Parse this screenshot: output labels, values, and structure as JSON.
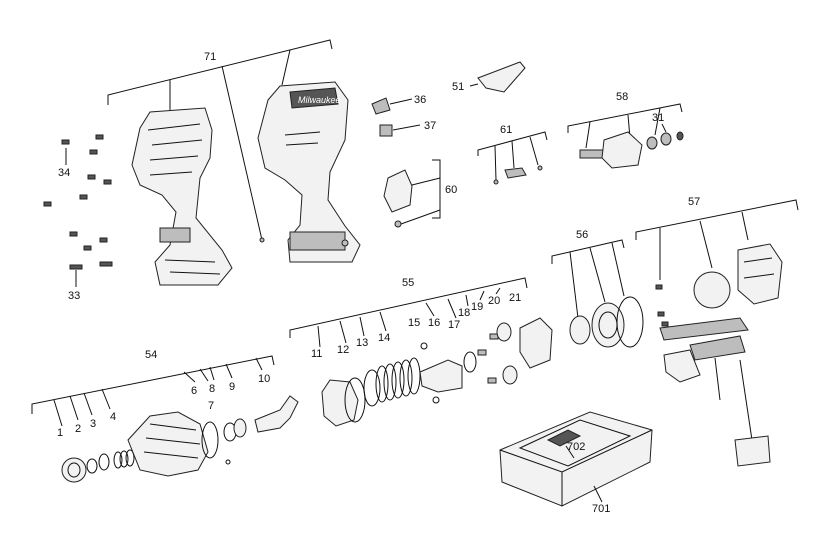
{
  "callouts": {
    "c1": "1",
    "c2": "2",
    "c3": "3",
    "c4": "4",
    "c6": "6",
    "c7": "7",
    "c8": "8",
    "c9": "9",
    "c10": "10",
    "c11": "11",
    "c12": "12",
    "c13": "13",
    "c14": "14",
    "c15": "15",
    "c16": "16",
    "c17": "17",
    "c18": "18",
    "c19": "19",
    "c20": "20",
    "c21": "21",
    "c31": "31",
    "c33": "33",
    "c34": "34",
    "c36": "36",
    "c37": "37",
    "c51": "51",
    "c54": "54",
    "c55": "55",
    "c56": "56",
    "c57": "57",
    "c58": "58",
    "c60": "60",
    "c61": "61",
    "c71": "71",
    "c701": "701",
    "c702": "702"
  },
  "brand_text": "Milwaukee"
}
